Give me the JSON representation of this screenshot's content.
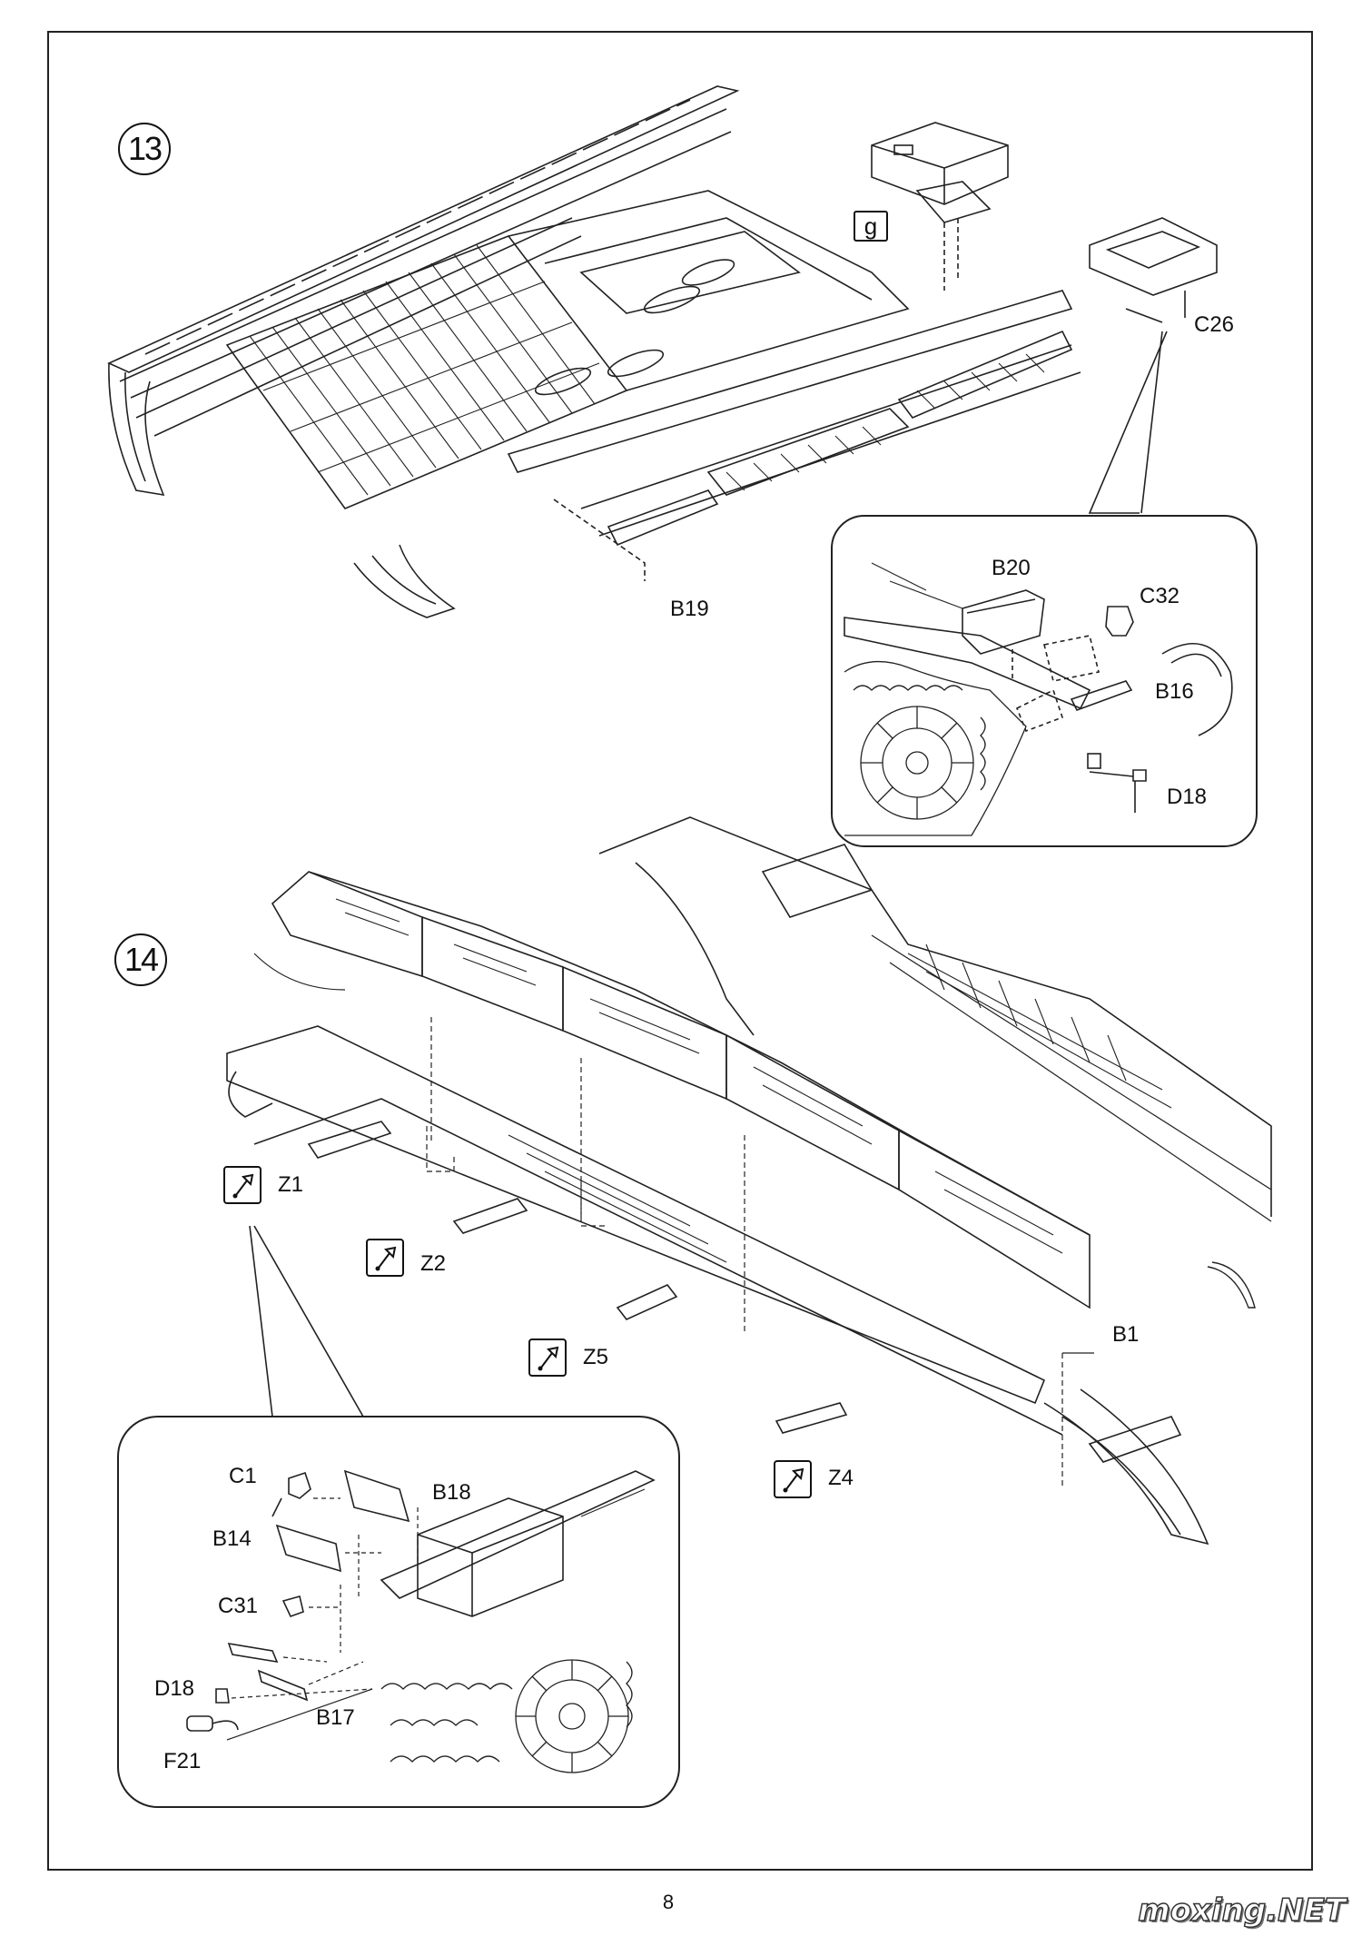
{
  "steps": {
    "step13": "13",
    "step14": "14"
  },
  "markers": {
    "paint_g": "g"
  },
  "labels": {
    "C26": "C26",
    "B19": "B19",
    "B20": "B20",
    "C32": "C32",
    "B16": "B16",
    "D18a": "D18",
    "Z1": "Z1",
    "Z2": "Z2",
    "Z5": "Z5",
    "Z4": "Z4",
    "B1": "B1",
    "C1": "C1",
    "B18": "B18",
    "B14": "B14",
    "C31": "C31",
    "D18b": "D18",
    "B17": "B17",
    "F21": "F21"
  },
  "page": {
    "number": "8",
    "watermark": "moxing.NET"
  },
  "icons": {
    "photo_etch": "photo-etch-part-icon"
  }
}
